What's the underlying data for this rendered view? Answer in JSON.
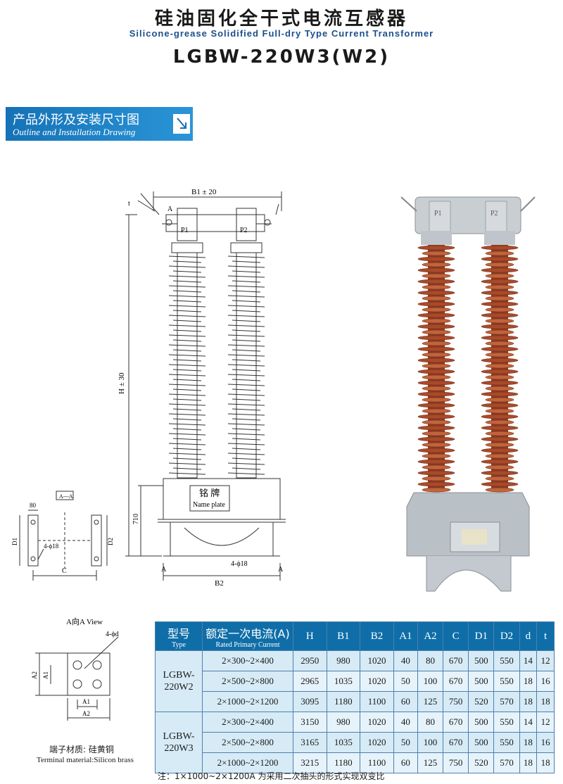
{
  "header": {
    "title_cn": "硅油固化全干式电流互感器",
    "title_en": "Silicone-grease Solidified Full-dry Type Current Transformer",
    "model": "LGBW-220W3(W2)"
  },
  "section": {
    "title_cn": "产品外形及安装尺寸图",
    "title_en": "Outline and Installation Drawing",
    "banner_color": "#1a7fc4"
  },
  "drawing": {
    "dim_b1": "B1 ± 20",
    "dim_h": "H ± 30",
    "dim_710": "710",
    "dim_b2": "B2",
    "label_p1": "P1",
    "label_p2": "P2",
    "nameplate_cn": "铭 牌",
    "nameplate_en": "Name plate",
    "label_a_left": "A",
    "label_a_right": "A",
    "label_a_top": "A",
    "label_t": "t",
    "bolt_note": "4-ϕ18"
  },
  "base_view": {
    "marker": "A---A",
    "dim_80": "80",
    "dim_d1": "D1",
    "dim_d2": "D2",
    "dim_c": "C",
    "bolt_note": "4-ϕ18"
  },
  "terminal_view": {
    "view_label": "A向A View",
    "hole_note": "4-ϕd",
    "dim_a1_v": "A1",
    "dim_a2_v": "A2",
    "dim_a1_h": "A1",
    "dim_a2_h": "A2",
    "material_cn": "端子材质: 硅黄铜",
    "material_en": "Terminal material:Silicon brass"
  },
  "table": {
    "header_type_cn": "型号",
    "header_type_en": "Type",
    "header_current_cn": "额定一次电流(A)",
    "header_current_en": "Rated Primary Current",
    "columns": [
      "H",
      "B1",
      "B2",
      "A1",
      "A2",
      "C",
      "D1",
      "D2",
      "d",
      "t"
    ],
    "groups": [
      {
        "type": "LGBW-220W2",
        "type_l1": "LGBW-",
        "type_l2": "220W2",
        "rows": [
          {
            "current": "2×300~2×400",
            "values": [
              "2950",
              "980",
              "1020",
              "40",
              "80",
              "670",
              "500",
              "550",
              "14",
              "12"
            ]
          },
          {
            "current": "2×500~2×800",
            "values": [
              "2965",
              "1035",
              "1020",
              "50",
              "100",
              "670",
              "500",
              "550",
              "18",
              "16"
            ]
          },
          {
            "current": "2×1000~2×1200",
            "values": [
              "3095",
              "1180",
              "1100",
              "60",
              "125",
              "750",
              "520",
              "570",
              "18",
              "18"
            ]
          }
        ]
      },
      {
        "type": "LGBW-220W3",
        "type_l1": "LGBW-",
        "type_l2": "220W3",
        "rows": [
          {
            "current": "2×300~2×400",
            "values": [
              "3150",
              "980",
              "1020",
              "40",
              "80",
              "670",
              "500",
              "550",
              "14",
              "12"
            ]
          },
          {
            "current": "2×500~2×800",
            "values": [
              "3165",
              "1035",
              "1020",
              "50",
              "100",
              "670",
              "500",
              "550",
              "18",
              "16"
            ]
          },
          {
            "current": "2×1000~2×1200",
            "values": [
              "3215",
              "1180",
              "1100",
              "60",
              "125",
              "750",
              "520",
              "570",
              "18",
              "18"
            ]
          }
        ]
      }
    ]
  },
  "footnote": "注：1×1000~2×1200A 为采用二次抽头的形式实现双变比",
  "photo": {
    "label_p1": "P1",
    "label_p2": "P2",
    "insulator_color": "#a84a2a",
    "head_color": "#c9ced3",
    "base_color": "#b9c0c6"
  }
}
